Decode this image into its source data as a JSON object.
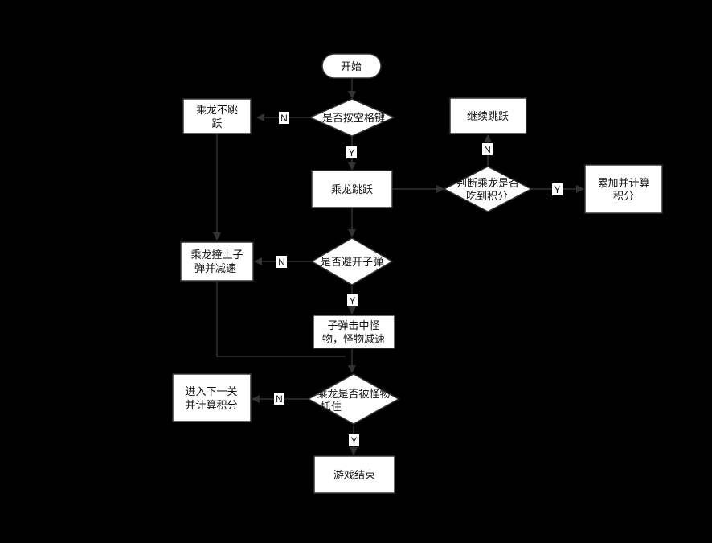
{
  "nodes": {
    "start": "开始",
    "q_space": "是否按空格键",
    "no_jump": [
      "乘龙不跳",
      "跃"
    ],
    "jump": "乘龙跳跃",
    "continue_jump": "继续跳跃",
    "q_eat": [
      "判断乘龙是否",
      "吃到积分"
    ],
    "accumulate": [
      "累加并计算",
      "积分"
    ],
    "q_dodge": "是否避开子弹",
    "hit_bullet": [
      "乘龙撞上子",
      "弹并减速"
    ],
    "hit_monster": [
      "子弹击中怪",
      "物，怪物减速"
    ],
    "q_caught": [
      "乘龙是否被怪物",
      "抓住"
    ],
    "next_level": [
      "进入下一关",
      "并计算积分"
    ],
    "game_over": "游戏结束"
  },
  "edge_labels": {
    "space_no": "N",
    "space_yes": "Y",
    "eat_no": "N",
    "eat_yes": "Y",
    "dodge_no": "N",
    "dodge_yes": "Y",
    "caught_no": "N",
    "caught_yes": "Y"
  },
  "colors": {
    "background": "#000000",
    "node_fill": "#ffffff",
    "stroke": "#333333"
  }
}
